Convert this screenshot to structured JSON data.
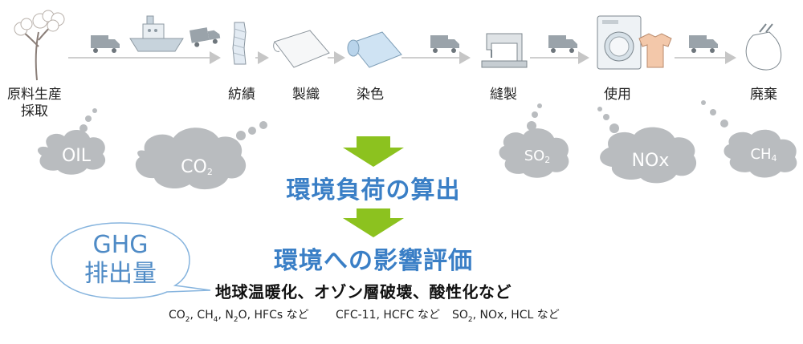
{
  "lifecycle": {
    "stages": {
      "raw": "原料生産\n採取",
      "spinning": "紡績",
      "weaving": "製織",
      "dyeing": "染色",
      "sewing": "縫製",
      "use": "使用",
      "disposal": "廃棄"
    }
  },
  "clouds": {
    "oil": "OIL",
    "co2": "CO",
    "co2_sub": "2",
    "so2": "SO",
    "so2_sub": "2",
    "nox": "NOx",
    "ch4": "CH",
    "ch4_sub": "4"
  },
  "headings": {
    "calc": "環境負荷の算出",
    "impact": "環境への影響評価"
  },
  "callout": {
    "line1": "GHG",
    "line2": "排出量"
  },
  "impacts": {
    "categories": "地球温暖化、オゾン層破壊、酸性化など",
    "ghg_examples": {
      "co": "CO",
      "s1": "2",
      "ch": ", CH",
      "s2": "4",
      "n": ", N",
      "s3": "2",
      "rest": "O, HFCs など"
    },
    "ozone_examples": "CFC-11, HCFC など",
    "acid_examples": {
      "so": "SO",
      "s1": "2",
      "rest": ", NOx, HCL など"
    }
  },
  "colors": {
    "arrow_green": "#8cc21f",
    "heading_blue": "#3a7fc6",
    "cloud_gray": "#b9bcbf"
  }
}
